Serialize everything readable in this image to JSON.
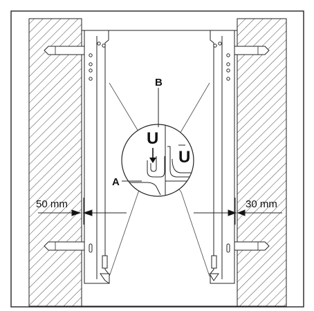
{
  "labels": {
    "left_gap": "50 mm",
    "right_gap": "30 mm",
    "point_a": "A",
    "point_b": "B",
    "hook_left": "U",
    "hook_right": "U"
  },
  "colors": {
    "stroke": "#1a1a1a",
    "wall_fill": "#ffffff",
    "background": "#ffffff"
  }
}
